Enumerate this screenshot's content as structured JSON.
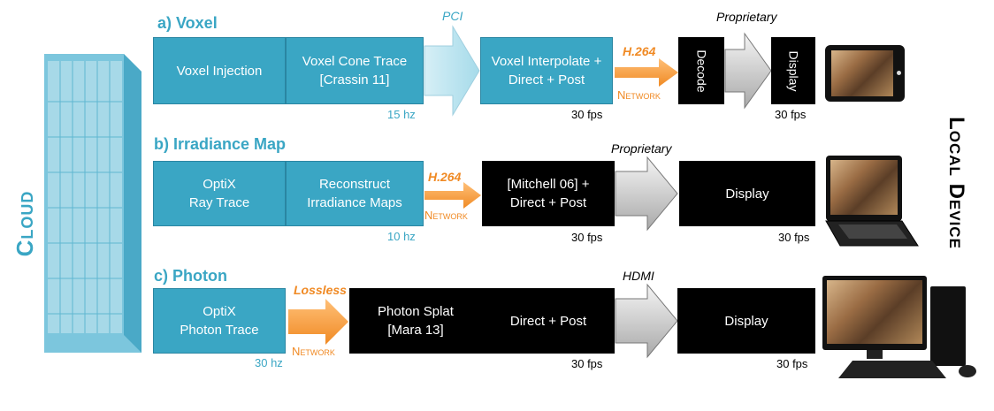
{
  "left": {
    "cloud_label": "Cloud"
  },
  "right": {
    "local_device_label": "Local Device"
  },
  "voxel": {
    "title": "a) Voxel",
    "box1": "Voxel Injection",
    "box2_line1": "Voxel Cone Trace",
    "box2_line2": "[Crassin 11]",
    "rate_cloud": "15 hz",
    "link1": "PCI",
    "box3_line1": "Voxel Interpolate +",
    "box3_line2": "Direct + Post",
    "rate_local": "30 fps",
    "link2": "H.264",
    "network": "Network",
    "decode": "Decode",
    "link3": "Proprietary",
    "display": "Display",
    "rate_display": "30 fps"
  },
  "irradiance": {
    "title": "b) Irradiance Map",
    "box1_line1": "OptiX",
    "box1_line2": "Ray Trace",
    "box2_line1": "Reconstruct",
    "box2_line2": "Irradiance Maps",
    "rate_cloud": "10 hz",
    "link1": "H.264",
    "network": "Network",
    "box3_line1": "[Mitchell 06] +",
    "box3_line2": "Direct + Post",
    "rate_local": "30 fps",
    "link2": "Proprietary",
    "display": "Display",
    "rate_display": "30 fps"
  },
  "photon": {
    "title": "c) Photon",
    "box1_line1": "OptiX",
    "box1_line2": "Photon Trace",
    "rate_cloud": "30 hz",
    "link1": "Lossless",
    "network": "Network",
    "box2_line1": "Photon Splat",
    "box2_line2": "[Mara 13]",
    "box3": "Direct + Post",
    "rate_local": "30 fps",
    "link2": "HDMI",
    "display": "Display",
    "rate_display": "30 fps"
  }
}
